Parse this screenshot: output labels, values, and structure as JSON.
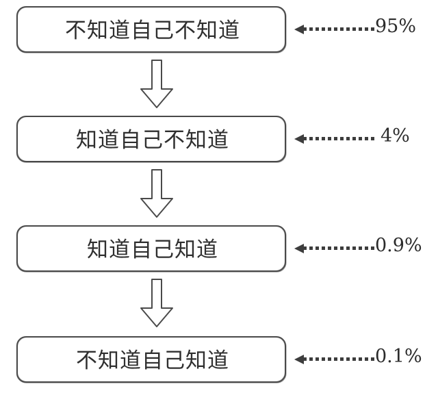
{
  "diagram": {
    "type": "flowchart",
    "title": "",
    "background_color": "#ffffff",
    "stroke_color": "#4a4a4a",
    "text_color": "#2f2f2f",
    "direction": "top-to-bottom",
    "nodes": [
      {
        "label": "不知道自己不知道",
        "percent": "95%"
      },
      {
        "label": "知道自己不知道",
        "percent": "4%"
      },
      {
        "label": "知道自己知道",
        "percent": "0.9%"
      },
      {
        "label": "不知道自己知道",
        "percent": "0.1%"
      }
    ],
    "connectors": [
      {
        "icon": "down-block-arrow"
      },
      {
        "icon": "down-block-arrow"
      },
      {
        "icon": "down-block-arrow"
      }
    ],
    "annotation_icon": "dotted-left-arrow"
  },
  "chart_data": {
    "type": "bar",
    "title": "",
    "categories": [
      "不知道自己不知道",
      "知道自己不知道",
      "知道自己知道",
      "不知道自己知道"
    ],
    "values": [
      95,
      4,
      0.9,
      0.1
    ],
    "xlabel": "",
    "ylabel": "",
    "ylim": [
      0,
      100
    ]
  }
}
